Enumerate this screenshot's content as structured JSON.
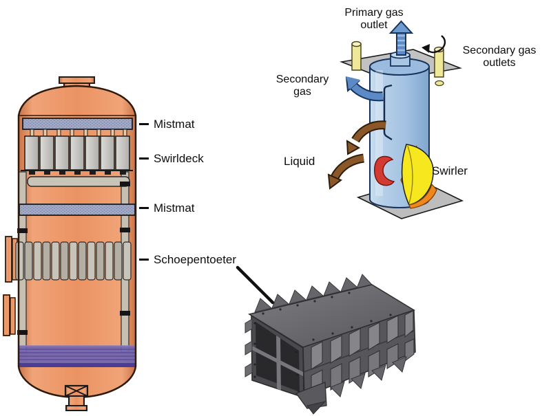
{
  "vessel_labels": {
    "mistmat_top": "Mistmat",
    "swirldeck": "Swirldeck",
    "mistmat_mid": "Mistmat",
    "schoepentoeter": "Schoepentoeter"
  },
  "swirltube_labels": {
    "primary_gas_outlet": "Primary gas\noutlet",
    "secondary_gas_outlets": "Secondary gas\noutlets",
    "secondary_gas": "Secondary\ngas",
    "liquid": "Liquid",
    "swirler": "Swirler"
  },
  "colors": {
    "background": "#FFFFFF",
    "vessel_shell_orange": "#EC9565",
    "vessel_outline": "#2E1A0C",
    "mistmat_blue_gray": "#9EA6C4",
    "internals_gray": "#C8C6C0",
    "liquid_purple": "#7266AE",
    "cylinder_blue": "#A9C6E4",
    "deck_plate_gray": "#BFBFBF",
    "outlet_tube_yellow": "#EFE89B",
    "gas_arrow_blue": "#5E8CC8",
    "liquid_arrow_brown": "#8A5828",
    "swirler_red": "#D23B32",
    "swirler_orange": "#F0861C",
    "swirler_yellow": "#F6E71F",
    "schoepentoeter_gray": "#5B5B5F",
    "label_text": "#0D0D0D"
  }
}
